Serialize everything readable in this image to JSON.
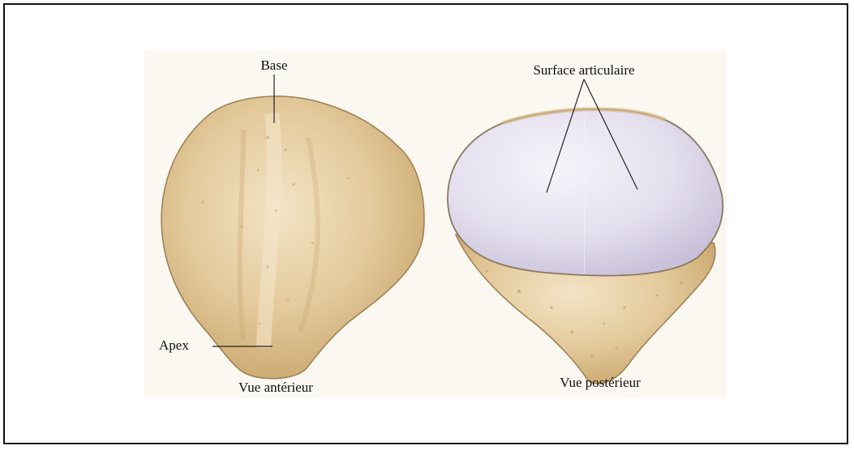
{
  "figure": {
    "labels": {
      "base": "Base",
      "apex": "Apex",
      "articular_surface": "Surface articulaire",
      "anterior_view": "Vue antérieur",
      "posterior_view": "Vue postérieur"
    },
    "colors": {
      "bone": "#e3c99b",
      "bone_dark": "#c9a66c",
      "bone_light": "#f1e2c4",
      "cartilage": "#e4dfee",
      "cartilage_light": "#f4f2f8",
      "outline": "#8b6f45",
      "leader_line": "#222222",
      "background_panel": "#fbf7f0"
    }
  }
}
